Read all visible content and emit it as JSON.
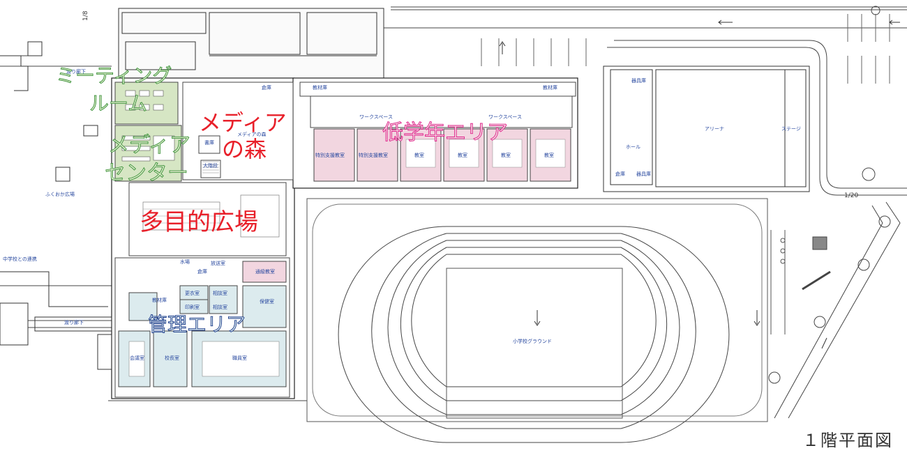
{
  "title": "１階平面図",
  "zones": {
    "meeting_room": "ミーティング\nルーム",
    "media_center": "メディア\nセンター",
    "media_forest": "メディア\nの森",
    "lower_grade_area": "低学年エリア",
    "multipurpose_plaza": "多目的広場",
    "admin_area": "管理エリア"
  },
  "zone_colors": {
    "green": "#2e8b2e",
    "red": "#e8202a",
    "magenta": "#e0208a",
    "navy": "#1a3a8a",
    "green_fill": "#d6e6c4",
    "pink_fill": "#f2d6e0",
    "blue_fill": "#dcebee"
  },
  "rooms": {
    "warehouse": "倉庫",
    "teaching_materials": "教材庫",
    "work_space": "ワークスペース",
    "special_support": "特別支援教室",
    "classroom": "教室",
    "equipment": "器具庫",
    "arena": "アリーナ",
    "stage": "ステージ",
    "hall": "ホール",
    "library": "書庫",
    "big_stairs": "大階段",
    "media_forest_small": "メディアの森",
    "fukuoka_plaza": "ふくおか広場",
    "jhs_link": "中学校との連携",
    "corridor": "渡り廊下",
    "corridor2": "渡り廊下",
    "faculty_room": "職員室",
    "principal": "校長室",
    "meeting": "会議室",
    "health_room": "保健室",
    "consult": "相談室",
    "broadcast": "放送室",
    "water": "水場",
    "ordinary_classroom": "通級教室",
    "playground": "小学校グラウンド",
    "printing": "印刷室",
    "changing": "更衣室"
  },
  "scales": {
    "s1": "1/8",
    "s2": "1/20"
  },
  "icons": {
    "north_arrow": "arrow-icon",
    "tree": "tree-icon"
  }
}
